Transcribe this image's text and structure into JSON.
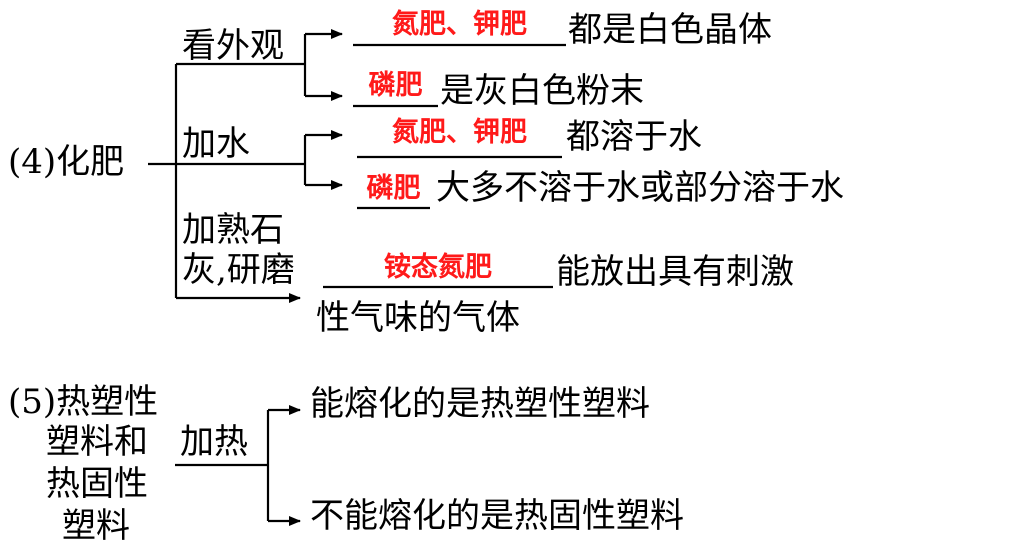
{
  "colors": {
    "answer": "#ff1a1a",
    "text": "#000000",
    "line": "#000000"
  },
  "section4": {
    "label": "(4)化肥",
    "methods": {
      "look": "看外观",
      "water": "加水",
      "lime_line1": "加熟石",
      "lime_line2": "灰,研磨"
    },
    "results": {
      "look_a_answer": "氮肥、钾肥",
      "look_a_text": "都是白色晶体",
      "look_b_answer": "磷肥",
      "look_b_text": "是灰白色粉末",
      "water_a_answer": "氮肥、钾肥",
      "water_a_text": "都溶于水",
      "water_b_answer": "磷肥",
      "water_b_text": "大多不溶于水或部分溶于水",
      "lime_answer": "铵态氮肥",
      "lime_text_line1": "能放出具有刺激",
      "lime_text_line2": "性气味的气体"
    }
  },
  "section5": {
    "label_line1": "(5)热塑性",
    "label_line2": "塑料和",
    "label_line3": "热固性",
    "label_line4": "塑料",
    "method": "加热",
    "result_a": "能熔化的是热塑性塑料",
    "result_b": "不能熔化的是热固性塑料"
  }
}
